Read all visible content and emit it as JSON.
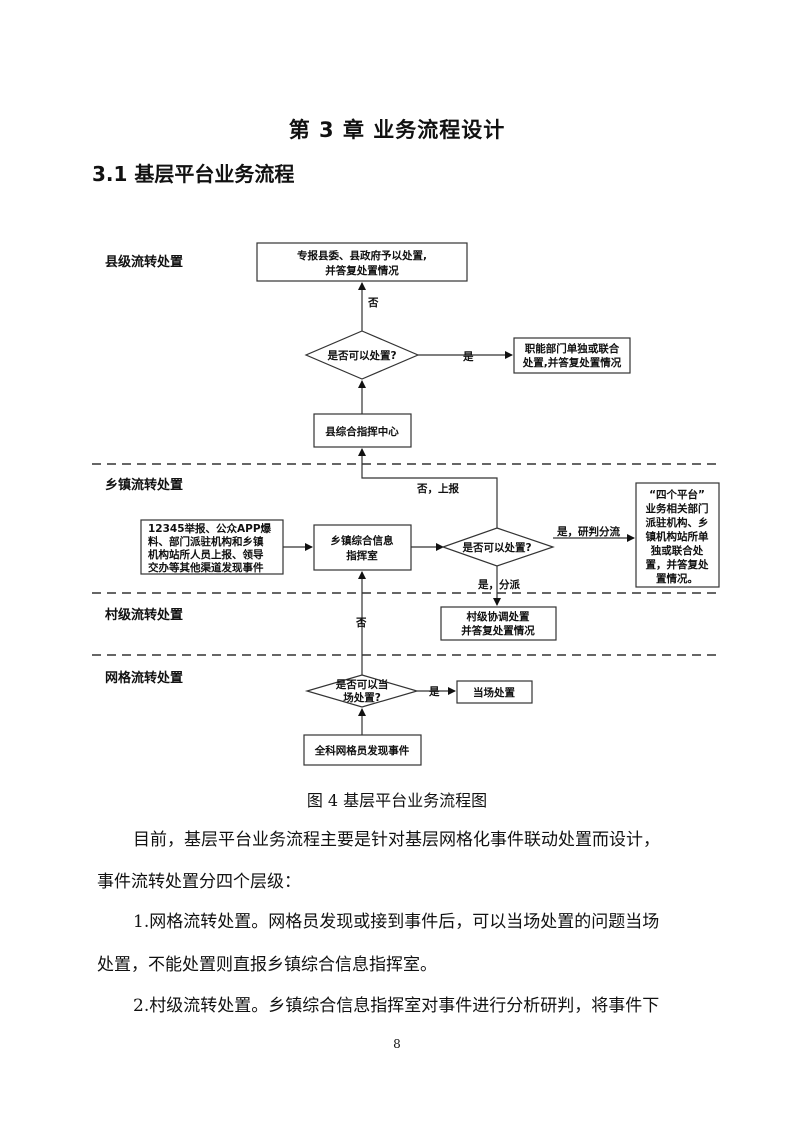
{
  "chapter_title": "第 3 章  业务流程设计",
  "section_title": "3.1  基层平台业务流程",
  "diagram": {
    "levels": [
      "县级流转处置",
      "乡镇流转处置",
      "村级流转处置",
      "网格流转处置"
    ],
    "county_report_box": [
      "专报县委、县政府予以处置,",
      "并答复处置情况"
    ],
    "county_label_no": "否",
    "county_decision": "是否可以处置?",
    "county_label_yes": "是",
    "county_dept_box": [
      "职能部门单独或联合",
      "处置,并答复处置情况"
    ],
    "county_center_box": "县综合指挥中心",
    "label_no_report": "否，上报",
    "sources_box": [
      "12345举报、公众APP爆",
      "料、部门派驻机构和乡镇",
      "机构站所人员上报、领导",
      "交办等其他渠道发现事件"
    ],
    "town_center_box": [
      "乡镇综合信息",
      "指挥室"
    ],
    "town_decision": "是否可以处置?",
    "label_yes_study": "是，研判分流",
    "four_platform_box": [
      "“四个平台”",
      "业务相关部门",
      "派驻机构、乡",
      "镇机构站所单",
      "独或联合处",
      "置，并答复处",
      "置情况。"
    ],
    "label_yes_dispatch": "是，分派",
    "village_box": [
      "村级协调处置",
      "并答复处置情况"
    ],
    "grid_label_no": "否",
    "grid_decision": [
      "是否可以当",
      "场处置?"
    ],
    "grid_label_yes": "是",
    "onsite_box": "当场处置",
    "gridman_box": "全科网格员发现事件"
  },
  "figure_caption": "图 4  基层平台业务流程图",
  "paragraphs": [
    "目前，基层平台业务流程主要是针对基层网格化事件联动处置而设计，",
    "事件流转处置分四个层级：",
    "1.网格流转处置。网格员发现或接到事件后，可以当场处置的问题当场",
    "处置，不能处置则直报乡镇综合信息指挥室。",
    "2.村级流转处置。乡镇综合信息指挥室对事件进行分析研判，将事件下"
  ],
  "page_number": "8"
}
